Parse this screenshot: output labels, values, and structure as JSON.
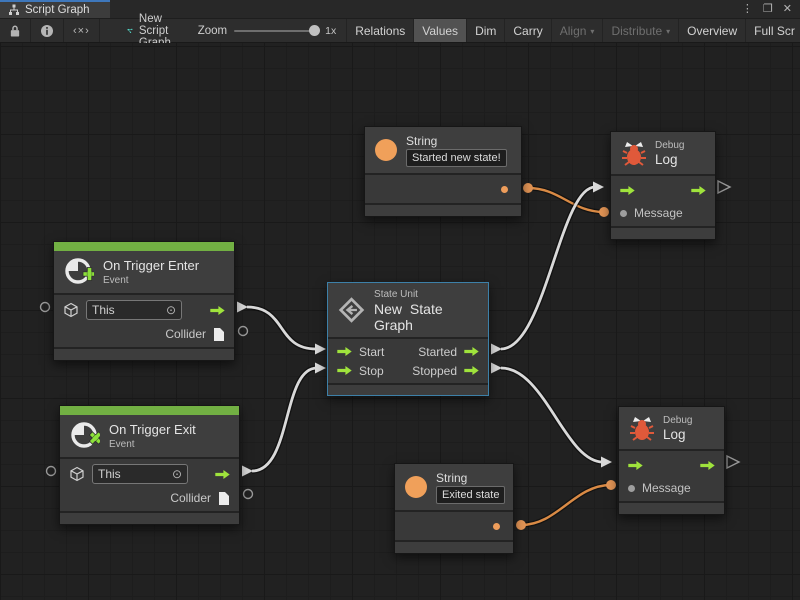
{
  "window": {
    "tab_label": "Script Graph",
    "menu_icon": "⋮",
    "maximize_icon": "❐",
    "close_icon": "✕"
  },
  "toolbar": {
    "code_glyph": "‹×›",
    "graph_name": "New Script Graph",
    "zoom_label": "Zoom",
    "zoom_value": "1x",
    "dropdown_arrow": "▾",
    "buttons": [
      {
        "label": "Relations",
        "state": "normal"
      },
      {
        "label": "Values",
        "state": "active"
      },
      {
        "label": "Dim",
        "state": "normal"
      },
      {
        "label": "Carry",
        "state": "normal"
      },
      {
        "label": "Align",
        "state": "disabled",
        "dropdown": true
      },
      {
        "label": "Distribute",
        "state": "disabled",
        "dropdown": true
      },
      {
        "label": "Overview",
        "state": "normal"
      },
      {
        "label": "Full Scr",
        "state": "normal"
      }
    ]
  },
  "nodes": {
    "string_top": {
      "type_label": "String",
      "value": "Started new state!"
    },
    "string_bottom": {
      "type_label": "String",
      "value": "Exited state"
    },
    "debug_top": {
      "subtitle": "Debug",
      "title": "Log",
      "input_label": "Message"
    },
    "debug_bottom": {
      "subtitle": "Debug",
      "title": "Log",
      "input_label": "Message"
    },
    "trigger_enter": {
      "title": "On Trigger Enter",
      "subtitle": "Event",
      "target_value": "This",
      "target_icon": "⊙",
      "output_label": "Collider"
    },
    "trigger_exit": {
      "title": "On Trigger Exit",
      "subtitle": "Event",
      "target_value": "This",
      "target_icon": "⊙",
      "output_label": "Collider"
    },
    "state_unit": {
      "subtitle": "State Unit",
      "title": "New State Graph",
      "rows": [
        {
          "in": "Start",
          "out": "Started"
        },
        {
          "in": "Stop",
          "out": "Stopped"
        }
      ]
    }
  },
  "colors": {
    "flow_green": "#9fe33c",
    "value_orange": "#ee9d5b",
    "wire_orange": "#d98a45",
    "wire_white": "#d9d9d9",
    "bug_red": "#e0593a",
    "event_header_green": "#72b043",
    "selection_blue": "#3d80a8",
    "tab_accent_blue": "#3e77bb"
  }
}
